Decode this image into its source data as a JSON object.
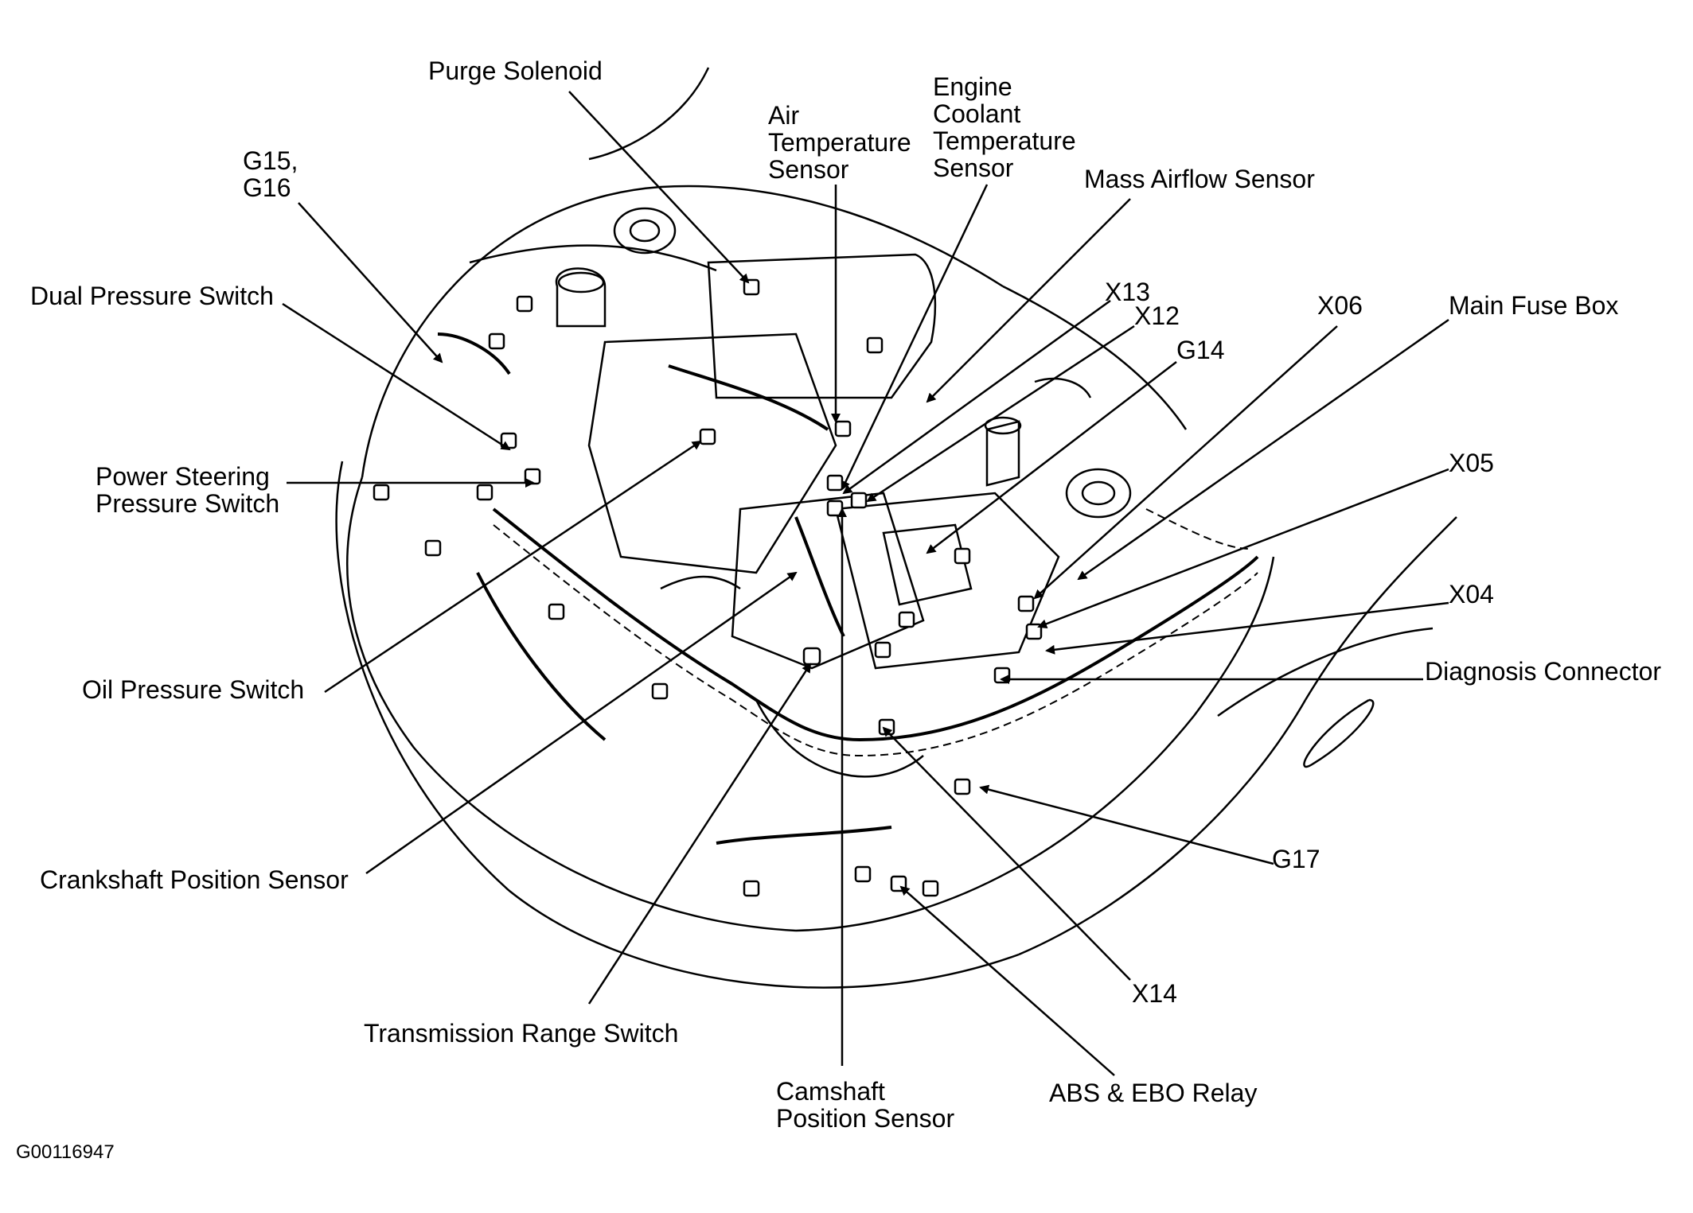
{
  "labels": {
    "purge_solenoid": "Purge Solenoid",
    "g15_g16": "G15,\nG16",
    "air_temp_sensor": "Air\nTemperature\nSensor",
    "engine_coolant_temp_sensor": "Engine\nCoolant\nTemperature\nSensor",
    "mass_airflow_sensor": "Mass Airflow Sensor",
    "dual_pressure_switch": "Dual Pressure Switch",
    "x13": "X13",
    "x12": "X12",
    "x06": "X06",
    "main_fuse_box": "Main Fuse Box",
    "g14": "G14",
    "power_steering_pressure_switch": "Power Steering\nPressure Switch",
    "x05": "X05",
    "x04": "X04",
    "oil_pressure_switch": "Oil Pressure Switch",
    "diagnosis_connector": "Diagnosis Connector",
    "g17": "G17",
    "crankshaft_position_sensor": "Crankshaft Position Sensor",
    "x14": "X14",
    "transmission_range_switch": "Transmission Range Switch",
    "abs_ebo_relay": "ABS & EBO Relay",
    "camshaft_position_sensor": "Camshaft\nPosition Sensor",
    "figure_id": "G00116947"
  },
  "colors": {
    "line": "#000000",
    "background": "#ffffff"
  }
}
